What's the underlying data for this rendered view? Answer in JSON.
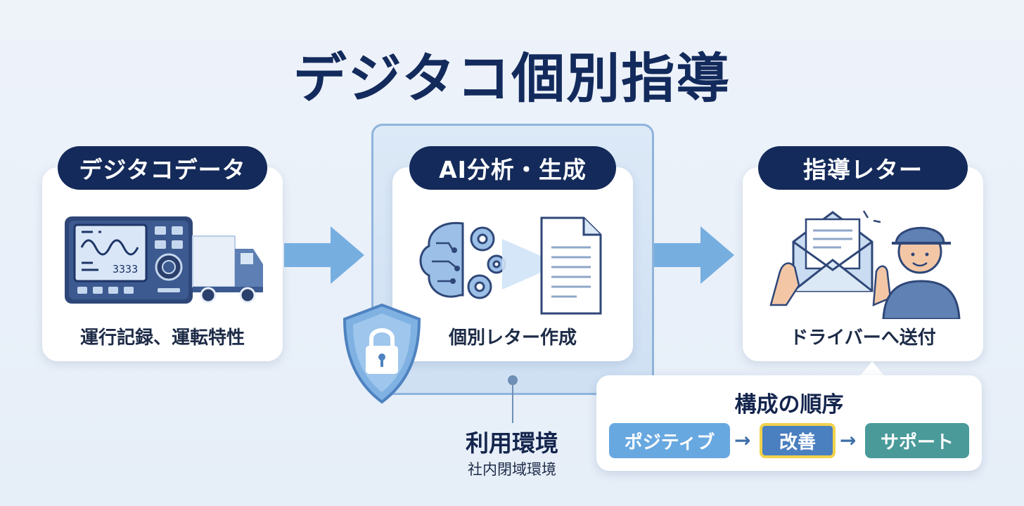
{
  "title": "デジタコ個別指導",
  "steps": [
    {
      "label": "デジタコデータ",
      "caption": "運行記録、運転特性",
      "display_number": "3333"
    },
    {
      "label": "AI分析・生成",
      "caption": "個別レター作成"
    },
    {
      "label": "指導レター",
      "caption": "ドライバーへ送付"
    }
  ],
  "environment": {
    "title": "利用環境",
    "subtitle": "社内閉域環境"
  },
  "order": {
    "title": "構成の順序",
    "items": [
      "ポジティブ",
      "改善",
      "サポート"
    ],
    "separator": "→"
  },
  "colors": {
    "navy": "#142a5a",
    "accent_blue": "#5b9bd5",
    "highlight_yellow": "#f2d24b",
    "teal": "#4a9a9a",
    "frame_blue": "#8fb4dc"
  },
  "icons": [
    "tachograph-device-icon",
    "truck-icon",
    "brain-circuit-icon",
    "gear-icon",
    "document-icon",
    "shield-lock-icon",
    "envelope-letter-icon",
    "driver-avatar-icon"
  ]
}
